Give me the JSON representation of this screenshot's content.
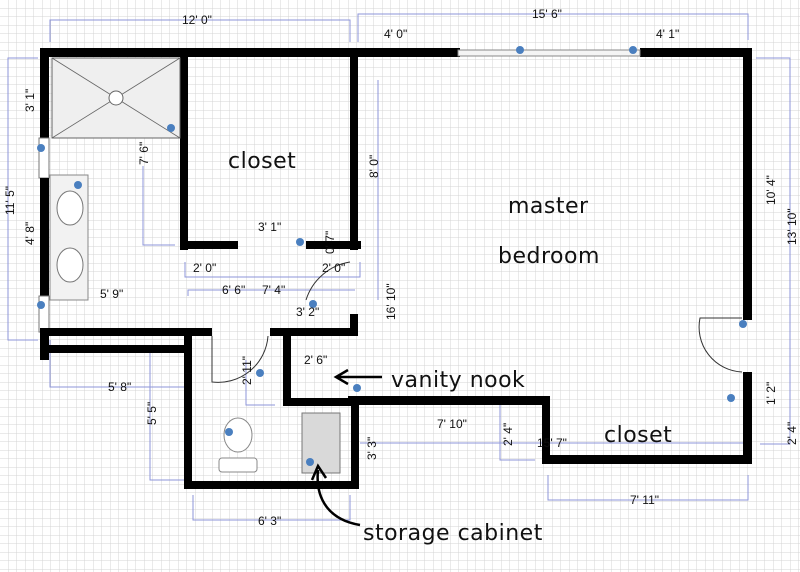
{
  "rooms": {
    "closet_top": "closet",
    "master_bedroom_line1": "master",
    "master_bedroom_line2": "bedroom",
    "closet_bottom": "closet"
  },
  "annotations": {
    "vanity_nook": "vanity nook",
    "storage_cabinet": "storage cabinet"
  },
  "dimensions": {
    "top_left_width": "12' 0\"",
    "top_right_width": "15' 6\"",
    "window_left": "4' 0\"",
    "window_right": "4' 1\"",
    "left_height": "11' 5\"",
    "shower_height": "3' 1\"",
    "vanity_height": "4' 8\"",
    "bath_depth": "7' 6\"",
    "closet_height": "8' 0\"",
    "closet_door": "3' 1\"",
    "closet_wall_left": "2' 0\"",
    "closet_wall_right": "2' 0\"",
    "closet_wall_small": "0' 7\"",
    "bath_width": "5' 9\"",
    "hall_width": "6' 6\"",
    "hall_width_alt": "7' 4\"",
    "door_3_2": "3' 2\"",
    "hall_height": "16' 10\"",
    "bed_right_height": "10' 4\"",
    "bed_total_height": "13' 10\"",
    "hall_5_8": "5' 8\"",
    "toilet_height": "5' 5\"",
    "toilet_door": "2' 11\"",
    "nook_width": "2' 6\"",
    "toilet_width": "6' 3\"",
    "cabinet_height": "3' 3\"",
    "nook_wall": "7' 10\"",
    "closet_step": "2' 4\"",
    "closet_length": "15' 7\"",
    "closet_width": "7' 11\"",
    "door_right": "1' 2\"",
    "closet_right": "2' 4\""
  },
  "colors": {
    "wall": "#000000",
    "grid": "#d6d6d6",
    "dimension_line": "#8d95d8",
    "info_marker": "#4a7fbf"
  }
}
